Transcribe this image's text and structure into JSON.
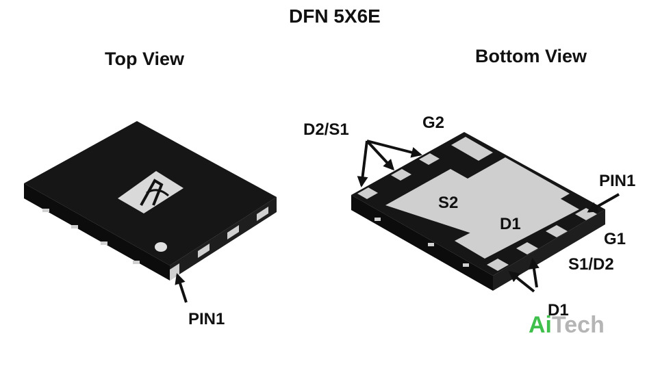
{
  "title": "DFN 5X6E",
  "top_view": {
    "heading": "Top View",
    "pin_label": "PIN1"
  },
  "bottom_view": {
    "heading": "Bottom View",
    "labels": {
      "d2s1": "D2/S1",
      "g2": "G2",
      "pin1": "PIN1",
      "s2": "S2",
      "d1_pad": "D1",
      "g1": "G1",
      "s1d2": "S1/D2",
      "d1_bottom": "D1"
    }
  },
  "watermark": {
    "part1": "Ai",
    "part2": "Tech"
  },
  "colors": {
    "body": "#161616",
    "pad": "#cfcfcf",
    "text": "#111111",
    "watermark_green": "#3fbf4b",
    "watermark_gray": "#b5b5b5"
  }
}
